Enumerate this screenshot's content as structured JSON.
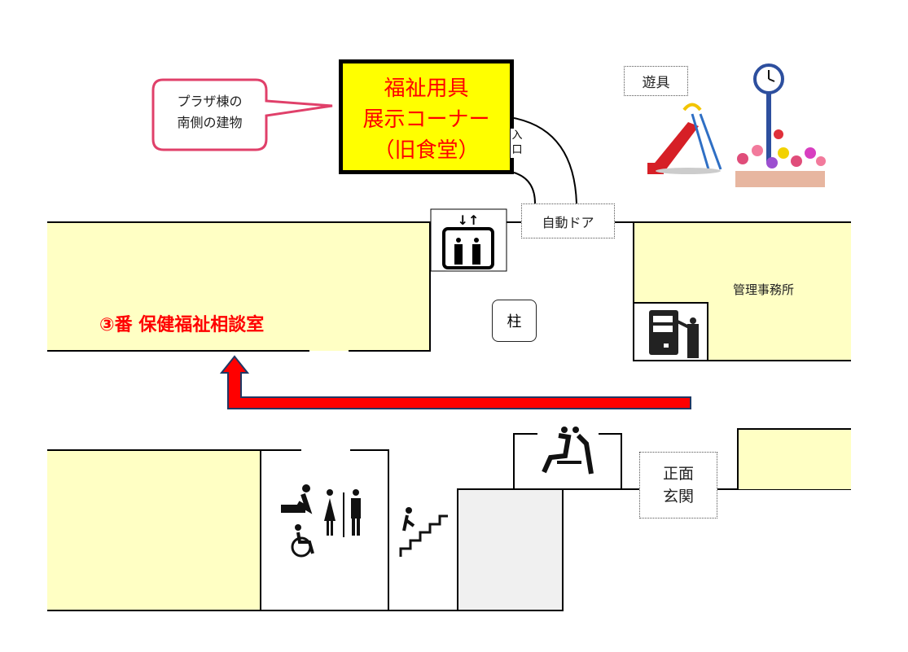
{
  "callout": {
    "line1": "プラザ棟の",
    "line2": "南側の建物"
  },
  "destination": {
    "line1": "福祉用具",
    "line2": "展示コーナー",
    "line3": "（旧食堂）"
  },
  "entrance_label": {
    "c1": "入",
    "c2": "口"
  },
  "playground_label": "遊具",
  "auto_door_label": "自動ドア",
  "pillar_label": "柱",
  "office_label": "管理事務所",
  "consult_room_label": "③番 保健福祉相談室",
  "main_entrance": {
    "line1": "正面",
    "line2": "玄関"
  },
  "colors": {
    "room": "#ffffc4",
    "destination": "#ffff00",
    "accent_text": "#ff0000",
    "callout_border": "#e0406a",
    "arrow": "#ff0000"
  }
}
